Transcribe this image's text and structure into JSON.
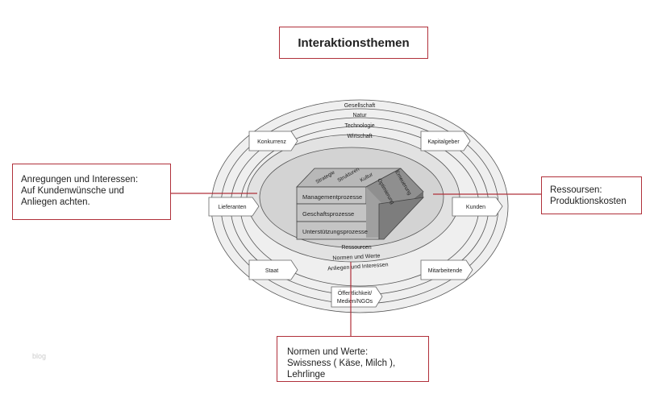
{
  "title": "Interaktionsthemen",
  "callouts": {
    "left": {
      "heading": "Anregungen und Interessen:",
      "body": "Auf Kundenwünsche und Anliegen achten."
    },
    "right": {
      "heading": "Ressoursen:",
      "body": "Produktionskosten"
    },
    "bottom": {
      "heading": "Normen und Werte:",
      "body": "Swissness ( Käse, Milch ), Lehrlinge"
    }
  },
  "diagram": {
    "rings_top": [
      "Gesellschaft",
      "Natur",
      "Technologie",
      "Wirtschaft"
    ],
    "rings_bottom": [
      "Ressourcen",
      "Normen und Werte",
      "Anliegen und Interessen"
    ],
    "stakeholders": [
      "Konkurrenz",
      "Kapitalgeber",
      "Lieferanten",
      "Kunden",
      "Staat",
      "Mitarbeitende",
      "Öffentlichkeit/",
      "Medien/NGOs"
    ],
    "block_top": [
      "Strategie",
      "Strukturen",
      "Kultur"
    ],
    "block_front": [
      "Managementprozesse",
      "Geschaftsprozesse",
      "Unterstützungsprozesse"
    ],
    "block_side": [
      "Optimierung",
      "Erneuerung"
    ]
  },
  "watermark": "blog",
  "colors": {
    "accent": "#b0303a"
  }
}
